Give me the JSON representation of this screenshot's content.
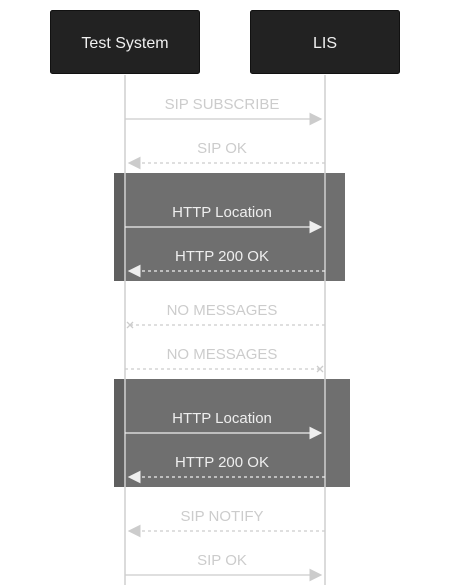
{
  "participants": [
    {
      "id": "test-system",
      "label": "Test System"
    },
    {
      "id": "lis",
      "label": "LIS"
    }
  ],
  "messages": [
    {
      "label": "SIP SUBSCRIBE",
      "from": "test-system",
      "to": "lis",
      "style": "solid",
      "end": "arrow",
      "in_frame": false
    },
    {
      "label": "SIP OK",
      "from": "lis",
      "to": "test-system",
      "style": "dashed",
      "end": "arrow",
      "in_frame": false
    },
    {
      "label": "HTTP Location",
      "from": "test-system",
      "to": "lis",
      "style": "solid",
      "end": "arrow",
      "in_frame": true
    },
    {
      "label": "HTTP 200 OK",
      "from": "lis",
      "to": "test-system",
      "style": "dashed",
      "end": "arrow",
      "in_frame": true
    },
    {
      "label": "NO MESSAGES",
      "from": "lis",
      "to": "test-system",
      "style": "dashed",
      "end": "cross",
      "in_frame": false
    },
    {
      "label": "NO MESSAGES",
      "from": "test-system",
      "to": "lis",
      "style": "dashed",
      "end": "cross",
      "in_frame": false
    },
    {
      "label": "HTTP Location",
      "from": "test-system",
      "to": "lis",
      "style": "solid",
      "end": "arrow",
      "in_frame": true
    },
    {
      "label": "HTTP 200 OK",
      "from": "lis",
      "to": "test-system",
      "style": "dashed",
      "end": "arrow",
      "in_frame": true
    },
    {
      "label": "SIP NOTIFY",
      "from": "lis",
      "to": "test-system",
      "style": "dashed",
      "end": "arrow",
      "in_frame": false
    },
    {
      "label": "SIP OK",
      "from": "test-system",
      "to": "lis",
      "style": "solid",
      "end": "arrow",
      "in_frame": false
    }
  ],
  "colors": {
    "actor_fill": "#222222",
    "frame_fill": "#6f6f6f",
    "message_outside": "#cccccc",
    "message_inside": "#eeeeee"
  }
}
